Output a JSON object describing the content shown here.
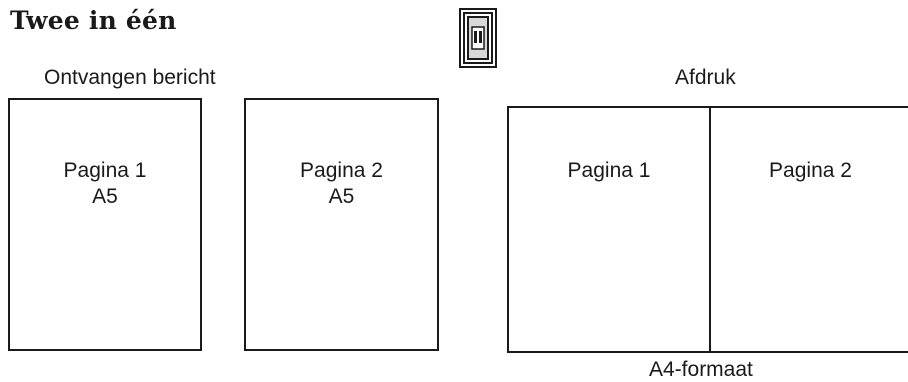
{
  "title": "Twee in één",
  "icon": "two-in-one-mode-icon",
  "received": {
    "heading": "Ontvangen bericht",
    "pages": [
      {
        "label": "Pagina 1",
        "size": "A5"
      },
      {
        "label": "Pagina 2",
        "size": "A5"
      }
    ]
  },
  "printout": {
    "heading": "Afdruk",
    "pages": [
      {
        "label": "Pagina 1"
      },
      {
        "label": "Pagina 2"
      }
    ],
    "paper_format": "A4-formaat"
  }
}
